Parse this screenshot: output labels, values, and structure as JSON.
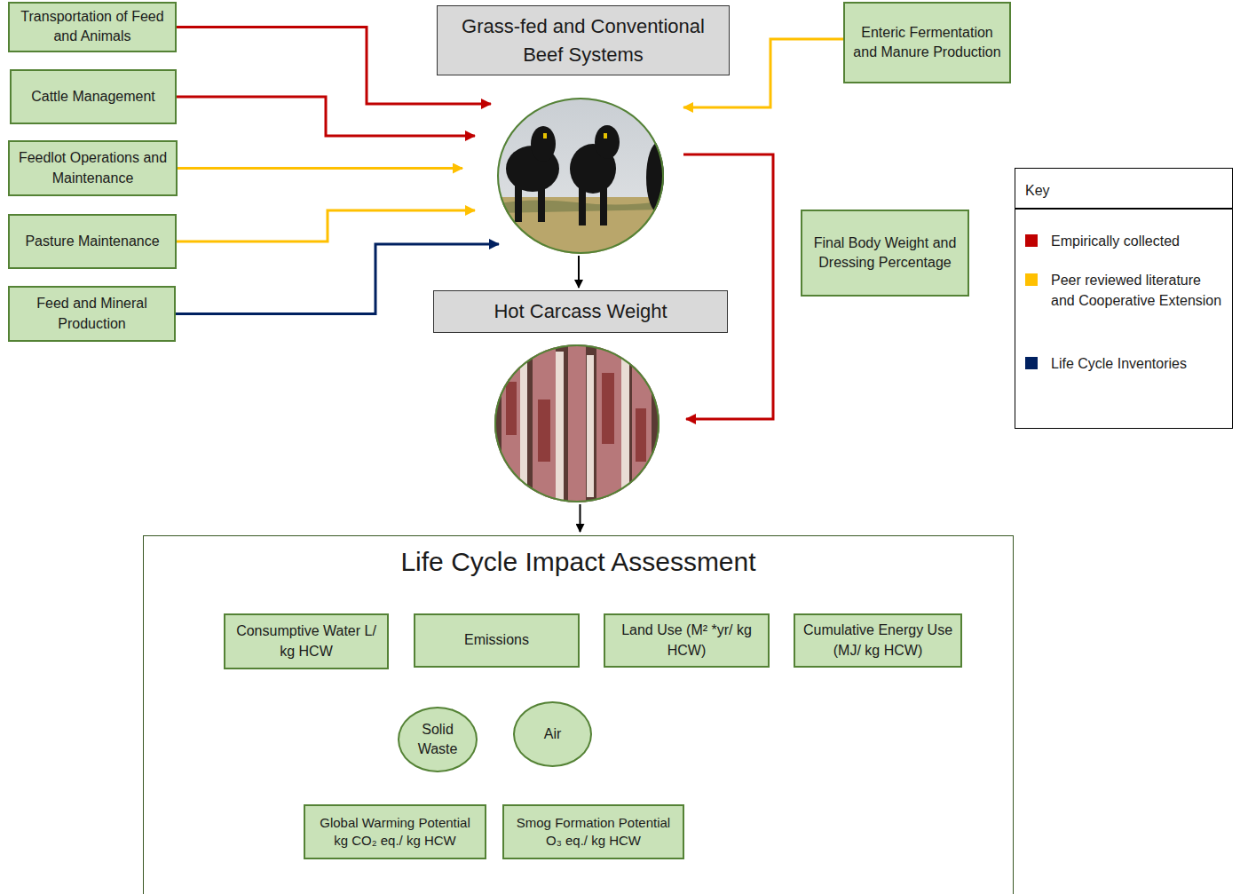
{
  "diagram": {
    "nodes": [
      {
        "text": [
          "Transportation of Feed and Animals"
        ]
      },
      {
        "text": [
          "Cattle Management"
        ]
      },
      {
        "text": [
          "Feedlot Operations and Maintenance"
        ]
      },
      {
        "text": [
          "Pasture Maintenance"
        ]
      },
      {
        "text": [
          "Feed and Mineral Production"
        ]
      },
      {
        "text": [
          "Grass-fed and Conventional Beef Systems"
        ]
      },
      {
        "text": [
          "Enteric Fermentation and Manure Production"
        ]
      },
      {
        "text": [
          "Final Body Weight and Dressing Percentage"
        ]
      },
      {
        "text": [
          "Hot Carcass Weight"
        ]
      },
      {
        "text": [
          "Life Cycle Impact Assessment"
        ]
      },
      {
        "text": [
          "Consumptive Water L/ kg HCW"
        ],
        "in": 9
      },
      {
        "text": [
          "Emissions"
        ],
        "in": 9
      },
      {
        "text": [
          "Land Use (M² *yr/ kg HCW)"
        ],
        "in": 9
      },
      {
        "text": [
          "Cumulative Energy Use (MJ/ kg HCW)"
        ],
        "in": 9
      },
      {
        "text": [
          "Solid Waste"
        ],
        "in": 9
      },
      {
        "text": [
          "Air"
        ],
        "in": 9
      },
      {
        "text": [
          "Global Warming Potential kg CO₂ eq./ kg HCW"
        ],
        "in": 9
      },
      {
        "text": [
          "Smog Formation Potential O₃ eq./ kg HCW"
        ],
        "in": 9
      }
    ],
    "edges": [
      {
        "from": 0,
        "to": 5,
        "arrow": "to"
      },
      {
        "from": 1,
        "to": 5,
        "arrow": "to"
      },
      {
        "from": 2,
        "to": 5,
        "arrow": "to"
      },
      {
        "from": 3,
        "to": 5,
        "arrow": "to"
      },
      {
        "from": 4,
        "to": 5,
        "arrow": "to"
      },
      {
        "from": 6,
        "to": 5,
        "arrow": "to"
      },
      {
        "from": 5,
        "to": 8,
        "arrow": "to"
      },
      {
        "from": 5,
        "to": 8,
        "arrow": "to"
      },
      {
        "from": 8,
        "to": 9,
        "arrow": "to"
      },
      {
        "from": 9,
        "to": 10,
        "arrow": "to"
      },
      {
        "from": 9,
        "to": 11,
        "arrow": "to"
      },
      {
        "from": 9,
        "to": 12,
        "arrow": "to"
      },
      {
        "from": 9,
        "to": 13,
        "arrow": "to"
      },
      {
        "from": 11,
        "to": 14,
        "arrow": "none"
      },
      {
        "from": 11,
        "to": 15,
        "arrow": "none"
      },
      {
        "from": 15,
        "to": 16,
        "arrow": "none"
      },
      {
        "from": 15,
        "to": 17,
        "arrow": "none"
      }
    ],
    "labels": [
      "Key"
    ],
    "legend": [
      {
        "text": "Empirically collected",
        "color": "#c00000"
      },
      {
        "text": "Peer reviewed literature and Cooperative Extension",
        "color": "#ffc000"
      },
      {
        "text": "Life Cycle Inventories",
        "color": "#002060"
      }
    ]
  }
}
